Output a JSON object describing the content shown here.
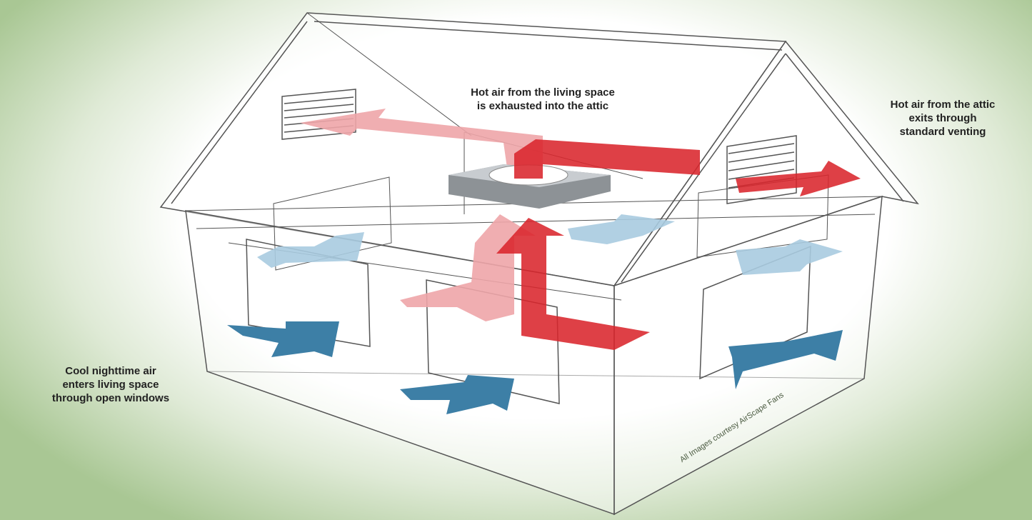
{
  "labels": {
    "living_to_attic": [
      "Hot air from the living space",
      "is exhausted into the attic"
    ],
    "attic_exit": [
      "Hot air from the attic",
      "exits through",
      "standard venting"
    ],
    "cool_air": [
      "Cool nighttime air",
      "enters living space",
      "through open windows"
    ]
  },
  "credit": "All Images courtesy AirScape Fans",
  "colors": {
    "hot": "#d9252c",
    "hot_light": "#eea5a8",
    "cool": "#3d7fa6",
    "cool_light": "#a9cbe0",
    "outline": "#333333"
  }
}
